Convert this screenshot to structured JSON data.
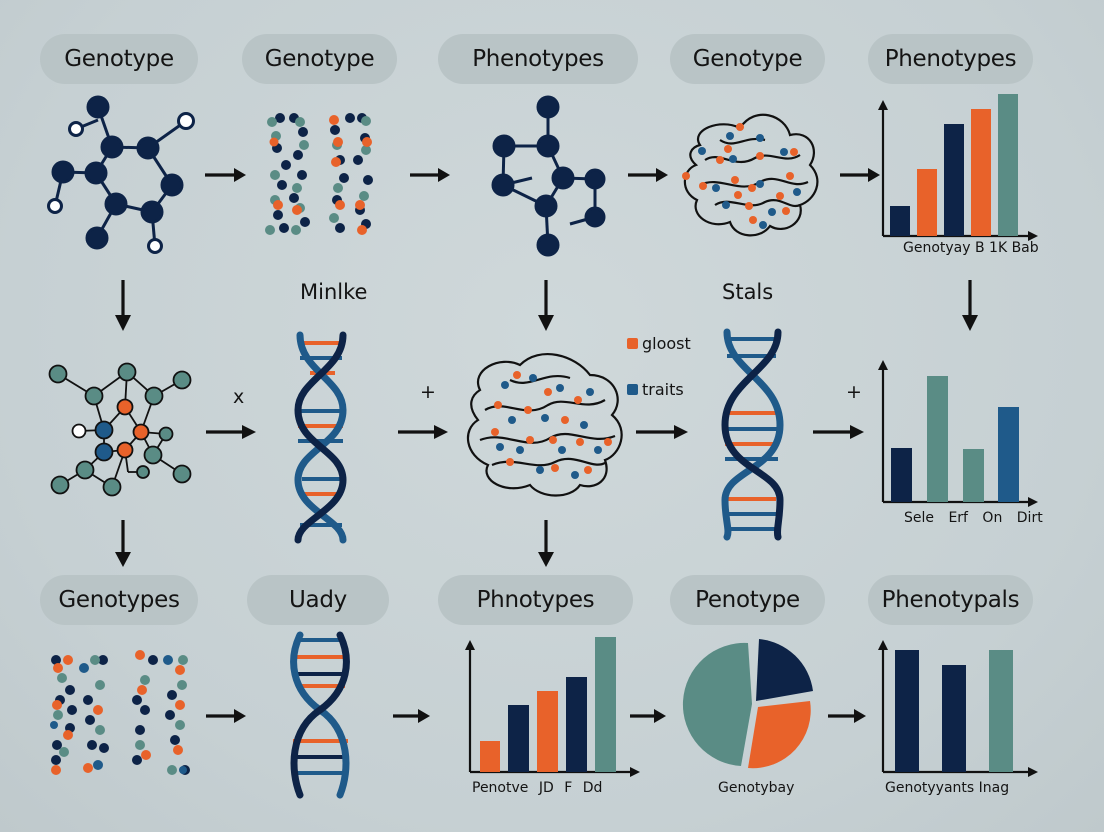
{
  "colors": {
    "background": "#c9d3d6",
    "pill": "#b9c4c6",
    "navy": "#0d2347",
    "orange": "#e8622a",
    "teal": "#5a8c85",
    "blue": "#1f5a8a",
    "white": "#ffffff",
    "ink": "#111111"
  },
  "rows": [
    {
      "row": 1,
      "pills": [
        "Genotype",
        "Genotype",
        "Phenotypes",
        "Genotype",
        "Phenotypes"
      ],
      "icons": [
        "molecule-icon",
        "chromosome-pairs-icon",
        "molecule-icon",
        "protein-blob-icon",
        "bar-chart-icon"
      ]
    },
    {
      "row": 2,
      "labels": [
        "Minlke",
        "Stals"
      ],
      "operators": [
        "x",
        "+",
        "+"
      ],
      "icons": [
        "molecule-network-icon",
        "dna-helix-icon",
        "protein-blob-icon",
        "dna-helix-icon",
        "bar-chart-icon"
      ],
      "legend": [
        {
          "label": "gloost",
          "color": "#e8622a"
        },
        {
          "label": "traits",
          "color": "#1f5a8a"
        }
      ]
    },
    {
      "row": 3,
      "pills": [
        "Genotypes",
        "Uady",
        "Phnotypes",
        "Penotype",
        "Phenotypals"
      ],
      "icons": [
        "chromosome-pairs-icon",
        "dna-helix-icon",
        "bar-chart-icon",
        "pie-chart-icon",
        "bar-chart-icon"
      ]
    }
  ],
  "chart_data": [
    {
      "type": "bar",
      "title": "Phenotypes",
      "categories": [
        "Genotyay",
        "B",
        "1K",
        "Bab",
        ""
      ],
      "xlabel_text": "Genotyay B 1K Bab",
      "values": [
        14,
        34,
        57,
        67,
        78
      ],
      "colors": [
        "#0d2347",
        "#e8622a",
        "#0d2347",
        "#e8622a",
        "#5a8c85"
      ],
      "ylim": [
        0,
        85
      ],
      "grid": false
    },
    {
      "type": "bar",
      "title": "",
      "categories": [
        "Sele",
        "Erf",
        "On",
        "Dirt"
      ],
      "xlabel_text": "Sele Erf On Dirt",
      "values": [
        28,
        62,
        27,
        47
      ],
      "colors": [
        "#0d2347",
        "#5a8c85",
        "#5a8c85",
        "#1f5a8a"
      ],
      "ylim": [
        0,
        70
      ],
      "grid": false
    },
    {
      "type": "bar",
      "title": "Phnotypes",
      "categories": [
        "Penotve",
        "JD",
        "F",
        "Dd"
      ],
      "xlabel_text": "Penotve JD F Dd",
      "values": [
        16,
        34,
        41,
        48,
        68
      ],
      "colors": [
        "#e8622a",
        "#0d2347",
        "#e8622a",
        "#0d2347",
        "#5a8c85"
      ],
      "ylim": [
        0,
        72
      ],
      "grid": false
    },
    {
      "type": "pie",
      "title": "Penotype",
      "label": "Genotybay",
      "categories": [
        "navy",
        "orange",
        "teal"
      ],
      "values": [
        22,
        29,
        49
      ],
      "colors": [
        "#0d2347",
        "#e8622a",
        "#5a8c85"
      ]
    },
    {
      "type": "bar",
      "title": "Phenotypals",
      "categories": [
        "Genotyyants",
        "",
        "Inag"
      ],
      "xlabel_text": "Genotyyants Inag",
      "values": [
        60,
        52,
        60
      ],
      "colors": [
        "#0d2347",
        "#0d2347",
        "#5a8c85"
      ],
      "ylim": [
        0,
        66
      ],
      "grid": false
    }
  ]
}
